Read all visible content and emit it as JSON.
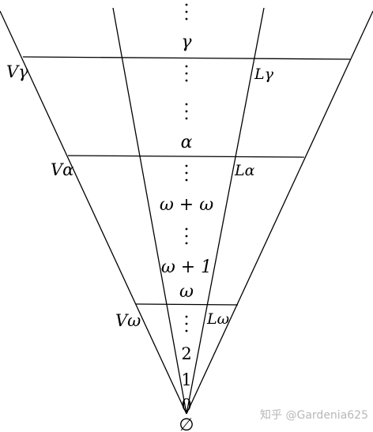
{
  "labels": {
    "v_gamma": "Vγ",
    "l_gamma": "Lγ",
    "v_alpha": "Vα",
    "l_alpha": "Lα",
    "v_omega": "Vω",
    "l_omega": "Lω",
    "gamma": "γ",
    "alpha": "α",
    "omega_plus_omega": "ω + ω",
    "omega_plus_one": "ω + 1",
    "omega": "ω",
    "two": "2",
    "one": "1",
    "zero": "0",
    "empty_set": "∅"
  },
  "watermark": "知乎 @Gardenia625",
  "colors": {
    "ink": "#000000",
    "watermark": "#b8b8b8",
    "background": "#ffffff"
  }
}
